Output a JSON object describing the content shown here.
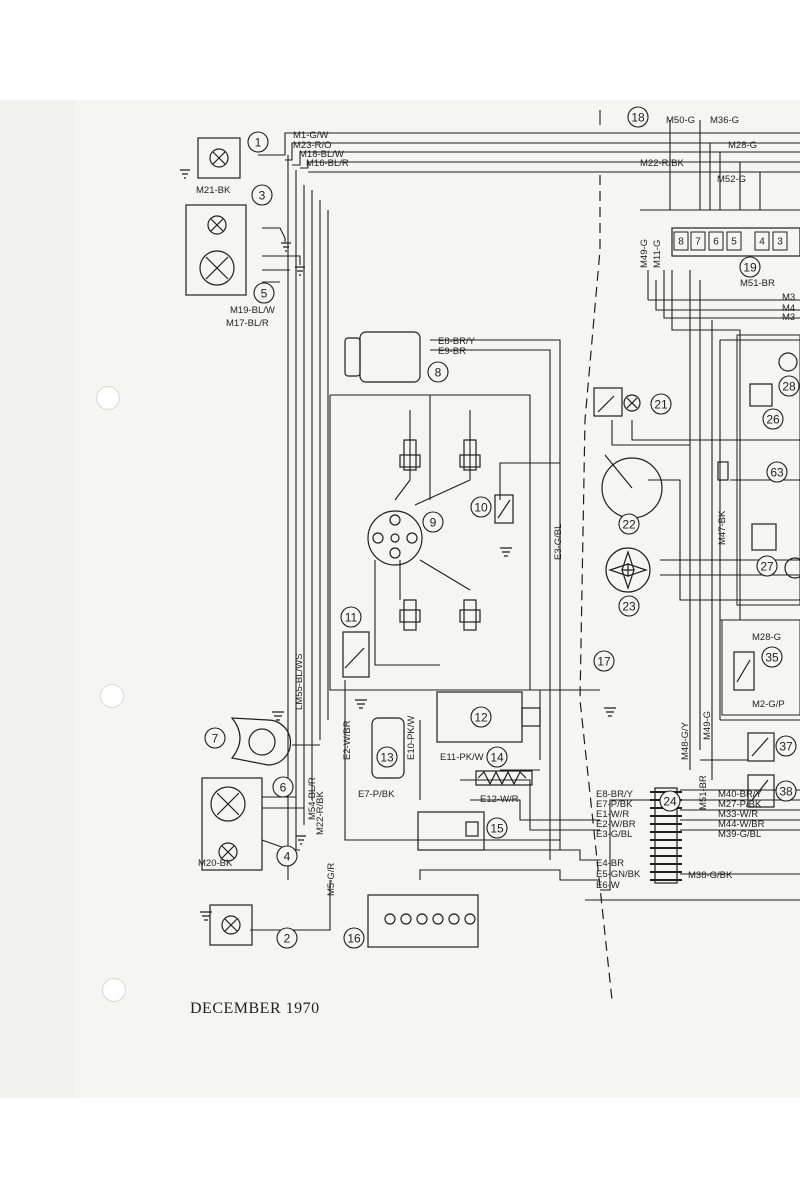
{
  "footer": {
    "date": "DECEMBER 1970"
  },
  "components": [
    "1",
    "2",
    "3",
    "4",
    "5",
    "6",
    "7",
    "8",
    "9",
    "10",
    "11",
    "12",
    "13",
    "14",
    "15",
    "16",
    "17",
    "18",
    "19",
    "21",
    "22",
    "23",
    "24",
    "26",
    "27",
    "28",
    "35",
    "37",
    "38",
    "63"
  ],
  "harness_labels": [
    "M1-G/W",
    "M23-R/O",
    "M18-BL/W",
    "M16-BL/R",
    "M21-BK",
    "M19-BL/W",
    "M17-BL/R",
    "M22-R/BK",
    "M50-G",
    "M36-G",
    "M28-G",
    "M52-G",
    "M49-G",
    "M11-G",
    "M51-BR",
    "E8-BR/Y",
    "E9-BR",
    "E3-G/BL",
    "M47-BK",
    "LM55-BL/WS",
    "E2-W/BR",
    "E10-PK/W",
    "E11-PK/W",
    "E12-W/R",
    "E7-P/BK",
    "M54-BL/R",
    "M5-G/R",
    "M20-BK",
    "M48-G/Y",
    "M2-G/P",
    "M40-BR/Y",
    "M27-P/BK",
    "M33-W/R",
    "M44-W/BR",
    "M39-G/BL",
    "M38-G/BK",
    "E1-W/R",
    "E4-BR",
    "E5-GN/BK",
    "E6-W",
    "M3",
    "M4"
  ],
  "fuse_numbers": [
    "8",
    "7",
    "6",
    "5",
    "4",
    "3"
  ],
  "colors": {
    "ink": "#1f1f1f",
    "paper": "#f5f5f3"
  }
}
